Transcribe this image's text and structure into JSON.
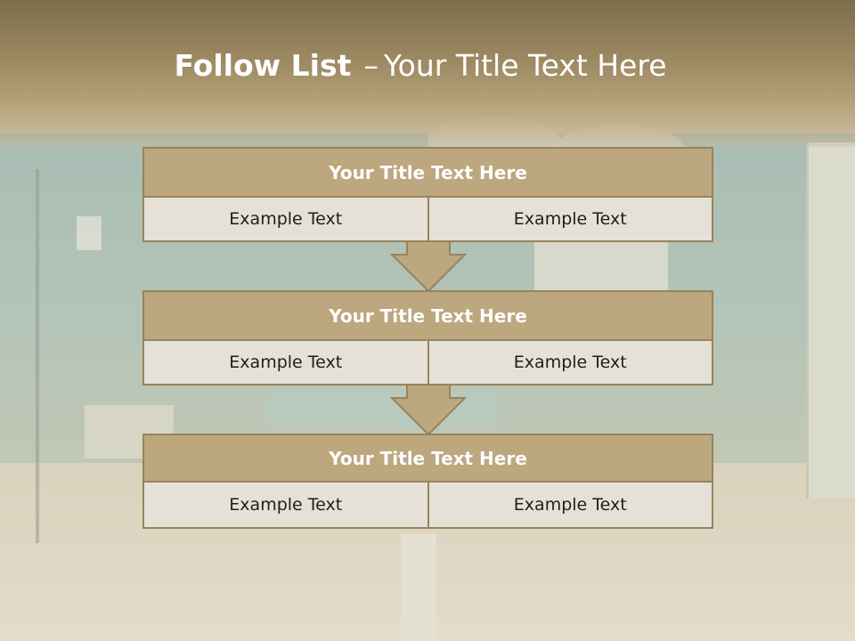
{
  "slide": {
    "title_bold": "Follow List",
    "title_dash": "–",
    "title_rest": "Your Title Text Here"
  },
  "blocks": [
    {
      "heading": "Your Title Text Here",
      "left": "Example Text",
      "right": "Example Text"
    },
    {
      "heading": "Your Title Text Here",
      "left": "Example Text",
      "right": "Example Text"
    },
    {
      "heading": "Your Title Text Here",
      "left": "Example Text",
      "right": "Example Text"
    }
  ],
  "icons": [
    "down-arrow-icon",
    "down-arrow-icon"
  ],
  "colors": {
    "header": "#bca77f",
    "cell": "#e6e1d7",
    "border": "#97845b",
    "arrow_fill": "#bca77f"
  }
}
